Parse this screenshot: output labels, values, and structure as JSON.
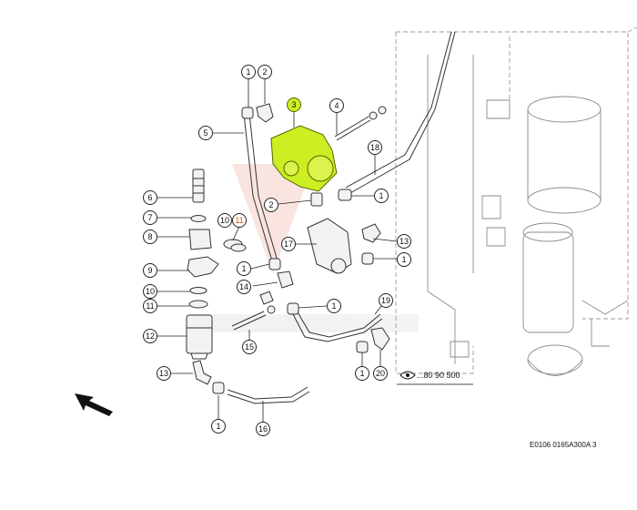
{
  "diagram": {
    "callouts": [
      "1",
      "2",
      "3",
      "4",
      "5",
      "6",
      "7",
      "8",
      "9",
      "10",
      "11",
      "12",
      "13",
      "14",
      "15",
      "16",
      "17",
      "18",
      "19",
      "20"
    ],
    "reference_label": "...80 90 500",
    "highlight_color": "#ccee22",
    "highlight_callout": "3",
    "callout_11_color": "#cc5500"
  },
  "footer": {
    "code": "E0106 0165A300A 3"
  }
}
